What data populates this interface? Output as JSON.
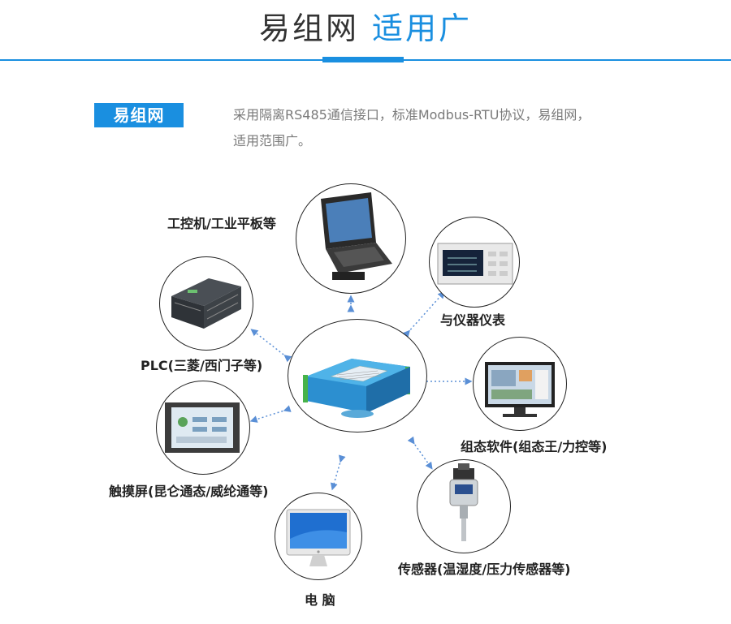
{
  "header": {
    "title_dark": "易组网",
    "title_blue": "适用广"
  },
  "intro": {
    "badge": "易组网",
    "line1": "采用隔离RS485通信接口，标准Modbus-RTU协议，易组网，",
    "line2": "适用范围广。"
  },
  "devices": {
    "ipc_tablet": "工控机/工业平板等",
    "instrument": "与仪器仪表",
    "plc": "PLC(三菱/西门子等)",
    "scada": "组态软件(组态王/力控等)",
    "touchscreen": "触摸屏(昆仑通态/威纶通等)",
    "sensor": "传感器(温湿度/压力传感器等)",
    "computer": "电 脑"
  },
  "colors": {
    "accent": "#1a8fe0",
    "connector": "#5a8fd6",
    "module": "#2c8fd0"
  },
  "icons": {
    "center": "rs485-io-module-icon",
    "laptop": "rugged-laptop-icon",
    "instrument": "panel-meter-icon",
    "plc": "plc-icon",
    "monitor": "scada-monitor-icon",
    "touch": "touch-panel-icon",
    "sensor": "pressure-transmitter-icon",
    "imac": "imac-computer-icon"
  }
}
